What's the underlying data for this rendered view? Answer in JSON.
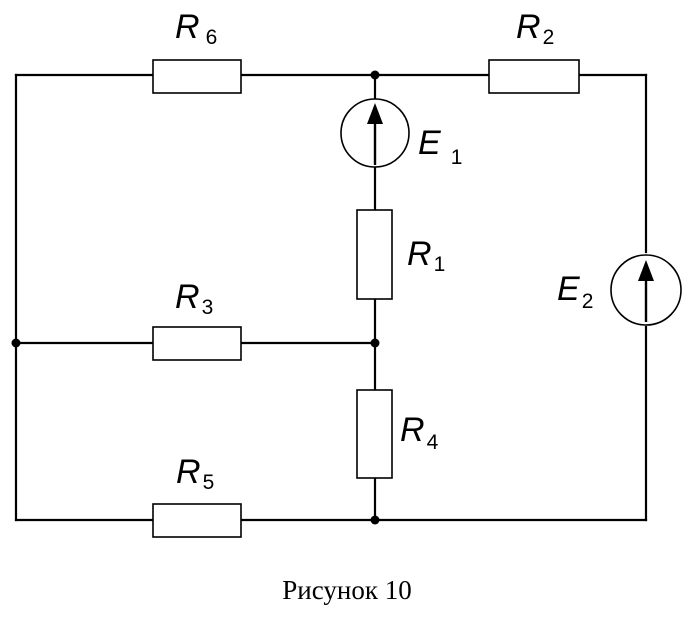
{
  "components": {
    "R6": {
      "letter": "R",
      "index": "6"
    },
    "R2": {
      "letter": "R",
      "index": "2"
    },
    "E1": {
      "letter": "E",
      "index": "1"
    },
    "R1": {
      "letter": "R",
      "index": "1"
    },
    "E2": {
      "letter": "E",
      "index": "2"
    },
    "R3": {
      "letter": "R",
      "index": "3"
    },
    "R4": {
      "letter": "R",
      "index": "4"
    },
    "R5": {
      "letter": "R",
      "index": "5"
    }
  },
  "caption": "Рисунок 10"
}
